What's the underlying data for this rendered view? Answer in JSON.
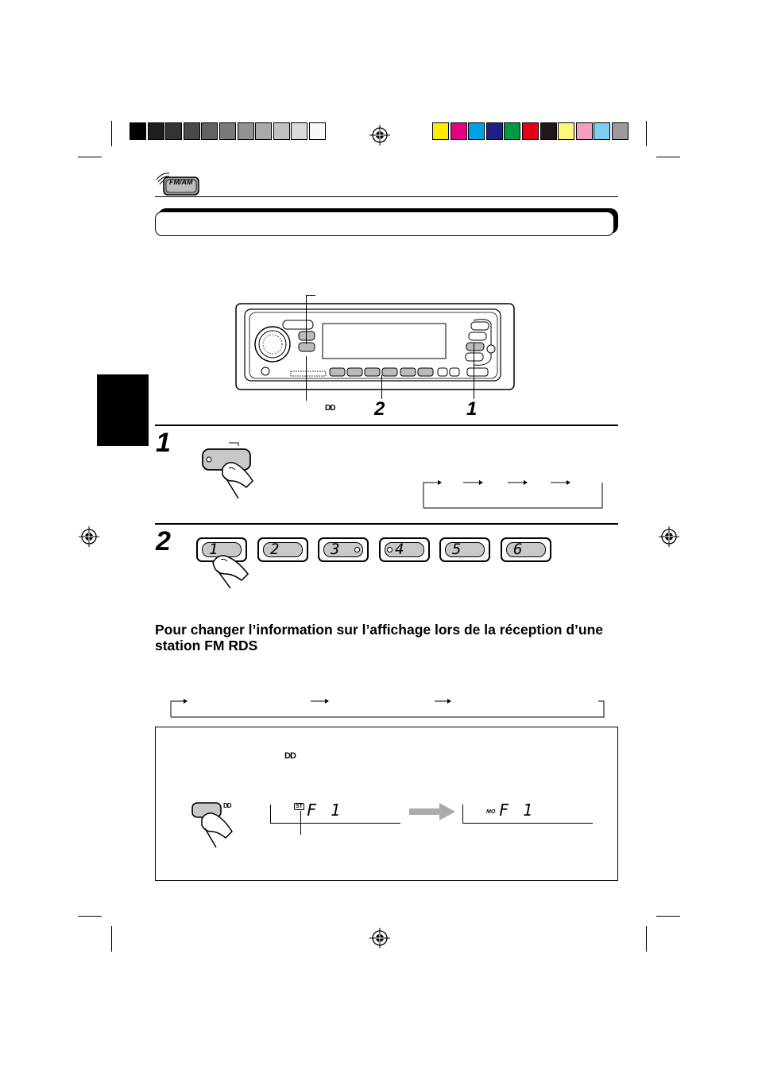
{
  "color_bar_left": [
    "#000000",
    "#1e1e1e",
    "#333333",
    "#4a4a4a",
    "#626262",
    "#7a7a7a",
    "#929292",
    "#aaaaaa",
    "#c2c2c2",
    "#dadada",
    "#f8f8f8"
  ],
  "color_bar_right": [
    "#ffeb00",
    "#e5007e",
    "#00a0e9",
    "#1d2088",
    "#009944",
    "#e60012",
    "#231815",
    "#fff67a",
    "#f19ec2",
    "#7ecef4",
    "#9b9b9b"
  ],
  "header": {
    "band_icon_label": "FM/AM"
  },
  "diagram": {
    "callouts": {
      "preset_label": "2",
      "band_label": "1",
      "dolby_symbol": "DD"
    }
  },
  "step1": {
    "number": "1"
  },
  "step2": {
    "number": "2",
    "preset_buttons": [
      "1",
      "2",
      "3",
      "4",
      "5",
      "6"
    ]
  },
  "section": {
    "heading": "Pour changer l’information sur l’affichage lors de la réception d’une station FM RDS"
  },
  "note": {
    "dolby_symbol": "DD",
    "display_before": {
      "indicator": "ST",
      "text": "F 1"
    },
    "display_after": {
      "indicator": "MO",
      "text": "F 1"
    }
  }
}
